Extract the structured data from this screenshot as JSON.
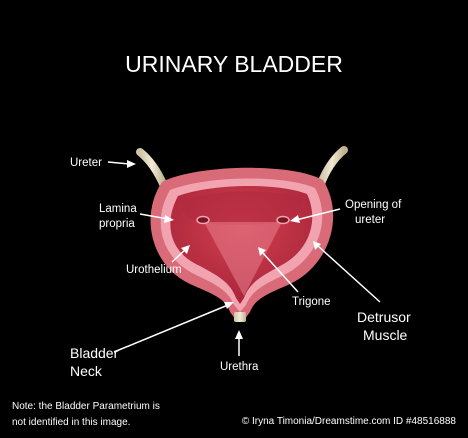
{
  "title": "URINARY BLADDER",
  "labels": {
    "ureter": "Ureter",
    "lamina_line1": "Lamina",
    "lamina_line2": "propria",
    "urothelium": "Urothelium",
    "opening_line1": "Opening of",
    "opening_line2": "ureter",
    "trigone": "Trigone",
    "detrusor_line1": "Detrusor",
    "detrusor_line2": "Muscle",
    "neck_line1": "Bladder",
    "neck_line2": "Neck",
    "urethra": "Urethra"
  },
  "note": {
    "line1": "Note: the Bladder Parametrium is",
    "line2": "not identified in this image."
  },
  "credit": "© Iryna Timonia/Dreamstime.com ID #48516888",
  "colors": {
    "background": "#000000",
    "outer_wall": "#d96a78",
    "inner_wall": "#f2a3b0",
    "lumen": "#c73248",
    "lumen_dark": "#a8243a",
    "tube": "#e8dcc0",
    "text": "#ffffff"
  }
}
